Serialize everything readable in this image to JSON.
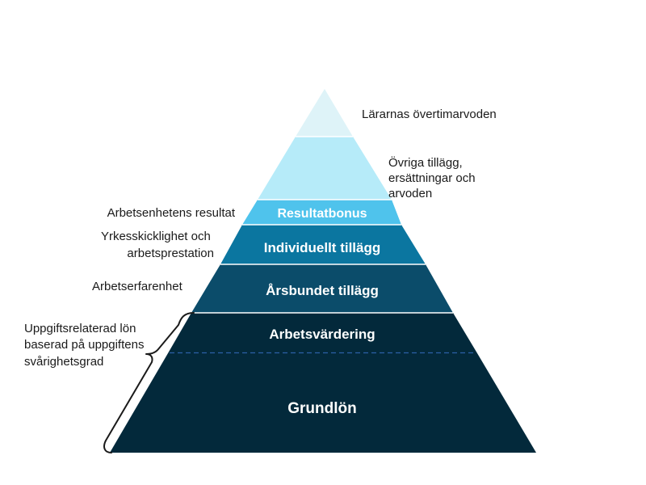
{
  "pyramid": {
    "tiers": [
      {
        "label": "",
        "color": "#def3f8"
      },
      {
        "label": "",
        "color": "#b6ebf9"
      },
      {
        "label": "Resultatbonus",
        "color": "#4fc3ec"
      },
      {
        "label": "Individuellt tillägg",
        "color": "#0b76a0"
      },
      {
        "label": "Årsbundet tillägg",
        "color": "#0b4c6a"
      },
      {
        "label": "Arbetsvärdering",
        "color": "#03293b"
      },
      {
        "label": "Grundlön",
        "color": "#03293b"
      }
    ],
    "divider_color": "#2b5fa8"
  },
  "annotations": {
    "top": "Lärarnas övertimarvoden",
    "other_allowances": [
      "Övriga tillägg,",
      "ersättningar och",
      "arvoden"
    ],
    "unit_result": "Arbetsenhetens  resultat",
    "skill": [
      "Yrkesskicklighet och",
      "arbetsprestation"
    ],
    "experience": "Arbetserfarenhet",
    "task_based": [
      "Uppgiftsrelaterad lön",
      "baserad på uppgiftens",
      "svårighetsgrad"
    ]
  }
}
